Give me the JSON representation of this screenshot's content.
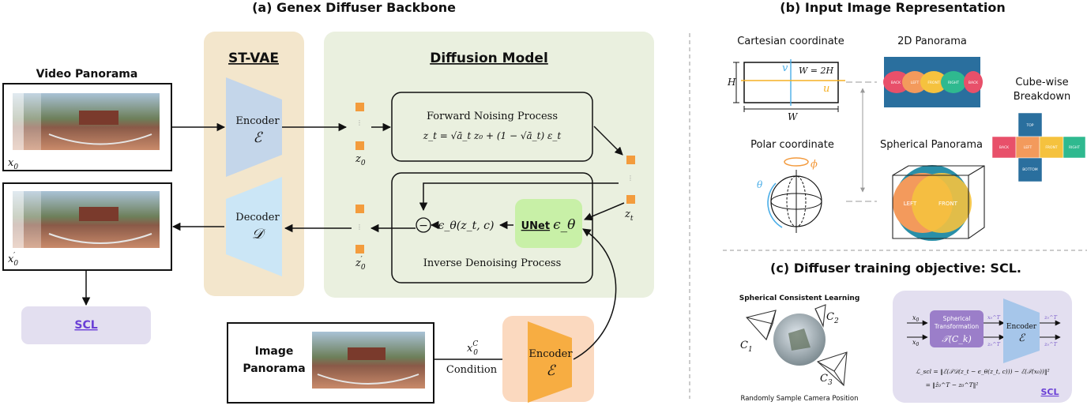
{
  "sections": {
    "a_title": "(a) Genex Diffuser Backbone",
    "b_title": "(b) Input Image Representation",
    "c_title": "(c) Diffuser training objective: SCL."
  },
  "backbone": {
    "video_panorama_label": "Video Panorama",
    "x0": "x",
    "x0_sub": "0",
    "x0p_sub": "0",
    "stvae_title": "ST-VAE",
    "encoder_label": "Encoder",
    "encoder_symbol": "ℰ",
    "decoder_label": "Decoder",
    "decoder_symbol": "𝒟",
    "diffusion_title": "Diffusion Model",
    "forward_title": "Forward Noising Process",
    "forward_eq": "z_t = √ā_t z₀ + (1 − √ā_t) ε_t",
    "z0": "z",
    "z0_sub": "0",
    "zt": "z",
    "zt_sub": "t",
    "unet_label": "UNet",
    "unet_symbol": "ϵ_θ",
    "eps_expr": "ϵ_θ(z_t, c)",
    "minus_symbol": "−",
    "inverse_title": "Inverse Denoising Process",
    "scl_label": "SCL",
    "image_panorama_line1": "Image",
    "image_panorama_line2": "Panorama",
    "condition_symbol": "x",
    "condition_sup": "C",
    "condition_sub": "0",
    "condition_label": "Condition",
    "cond_encoder_label": "Encoder",
    "cond_encoder_symbol": "ℰ"
  },
  "representation": {
    "cartesian_label": "Cartesian coordinate",
    "w_eq": "W = 2H",
    "axis_v": "v",
    "axis_u": "u",
    "axis_H": "H",
    "axis_W": "W",
    "panorama2d_label": "2D Panorama",
    "faces": [
      "BACK",
      "LEFT",
      "FRONT",
      "RIGHT",
      "BACK"
    ],
    "polar_label": "Polar coordinate",
    "phi": "ϕ",
    "theta": "θ",
    "spherical_label": "Spherical Panorama",
    "sphere_faces": [
      "LEFT",
      "FRONT"
    ],
    "cubewise_line1": "Cube-wise",
    "cubewise_line2": "Breakdown",
    "cube_faces": [
      "TOP",
      "BACK",
      "LEFT",
      "FRONT",
      "RIGHT",
      "BOTTOM"
    ],
    "colors": {
      "back": "#e8506a",
      "left": "#f39a5c",
      "front": "#f5c23e",
      "right": "#2fb98f",
      "panel": "#2a6f9e"
    }
  },
  "scl": {
    "heading": "Spherical Consistent Learning",
    "cameras": [
      "C",
      "C",
      "C"
    ],
    "camera_subs": [
      "1",
      "2",
      "3"
    ],
    "caption": "Randomly Sample Camera Position",
    "in1": "x",
    "in1_sub": "0",
    "in2": "x",
    "in2_sub": "0",
    "transform_line1": "Spherical",
    "transform_line2": "Transformation",
    "transform_symbol": "𝒯(C_k)",
    "mid_top": "x₀^T",
    "mid_bottom": "z₀^T",
    "encoder_label": "Encoder",
    "encoder_symbol": "ℰ",
    "out_top": "z₀^T",
    "out_bottom": "z₀^T",
    "loss_line1": "ℒ_scl = ‖ℰ(𝒯𝒟(z_t − ϵ_θ(z_t, c))) − ℰ(𝒯(x₀))‖²",
    "loss_line2": "= ‖ẑ₀^T − z₀^T‖²",
    "scl_label": "SCL"
  }
}
